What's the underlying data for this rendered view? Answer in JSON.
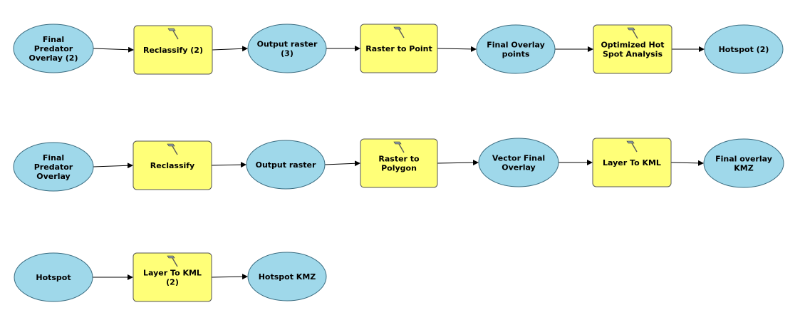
{
  "nodes": [
    {
      "id": "final-predator-overlay-2",
      "kind": "data",
      "label": [
        "Final",
        "Predator",
        "Overlay (2)"
      ]
    },
    {
      "id": "reclassify-2",
      "kind": "tool",
      "label": [
        "Reclassify (2)"
      ]
    },
    {
      "id": "output-raster-3",
      "kind": "data",
      "label": [
        "Output raster",
        "(3)"
      ]
    },
    {
      "id": "raster-to-point",
      "kind": "tool",
      "label": [
        "Raster to Point"
      ]
    },
    {
      "id": "final-overlay-points",
      "kind": "data",
      "label": [
        "Final Overlay",
        "points"
      ]
    },
    {
      "id": "optimized-hot-spot-analysis",
      "kind": "tool",
      "label": [
        "Optimized Hot",
        "Spot Analysis"
      ]
    },
    {
      "id": "hotspot-2",
      "kind": "data",
      "label": [
        "Hotspot (2)"
      ]
    },
    {
      "id": "final-predator-overlay",
      "kind": "data",
      "label": [
        "Final",
        "Predator",
        "Overlay"
      ]
    },
    {
      "id": "reclassify",
      "kind": "tool",
      "label": [
        "Reclassify"
      ]
    },
    {
      "id": "output-raster",
      "kind": "data",
      "label": [
        "Output raster"
      ]
    },
    {
      "id": "raster-to-polygon",
      "kind": "tool",
      "label": [
        "Raster to",
        "Polygon"
      ]
    },
    {
      "id": "vector-final-overlay",
      "kind": "data",
      "label": [
        "Vector Final",
        "Overlay"
      ]
    },
    {
      "id": "layer-to-kml",
      "kind": "tool",
      "label": [
        "Layer To KML"
      ]
    },
    {
      "id": "final-overlay-kmz",
      "kind": "data",
      "label": [
        "Final overlay",
        "KMZ"
      ]
    },
    {
      "id": "hotspot",
      "kind": "data",
      "label": [
        "Hotspot"
      ]
    },
    {
      "id": "layer-to-kml-2",
      "kind": "tool",
      "label": [
        "Layer To KML",
        "(2)"
      ]
    },
    {
      "id": "hotspot-kmz",
      "kind": "data",
      "label": [
        "Hotspot KMZ"
      ]
    }
  ],
  "edges": [
    [
      "final-predator-overlay-2",
      "reclassify-2"
    ],
    [
      "reclassify-2",
      "output-raster-3"
    ],
    [
      "output-raster-3",
      "raster-to-point"
    ],
    [
      "raster-to-point",
      "final-overlay-points"
    ],
    [
      "final-overlay-points",
      "optimized-hot-spot-analysis"
    ],
    [
      "optimized-hot-spot-analysis",
      "hotspot-2"
    ],
    [
      "final-predator-overlay",
      "reclassify"
    ],
    [
      "reclassify",
      "output-raster"
    ],
    [
      "output-raster",
      "raster-to-polygon"
    ],
    [
      "raster-to-polygon",
      "vector-final-overlay"
    ],
    [
      "vector-final-overlay",
      "layer-to-kml"
    ],
    [
      "layer-to-kml",
      "final-overlay-kmz"
    ],
    [
      "hotspot",
      "layer-to-kml-2"
    ],
    [
      "layer-to-kml-2",
      "hotspot-kmz"
    ]
  ],
  "colors": {
    "data_fill": "#9fd8ea",
    "tool_fill": "#ffff78"
  }
}
